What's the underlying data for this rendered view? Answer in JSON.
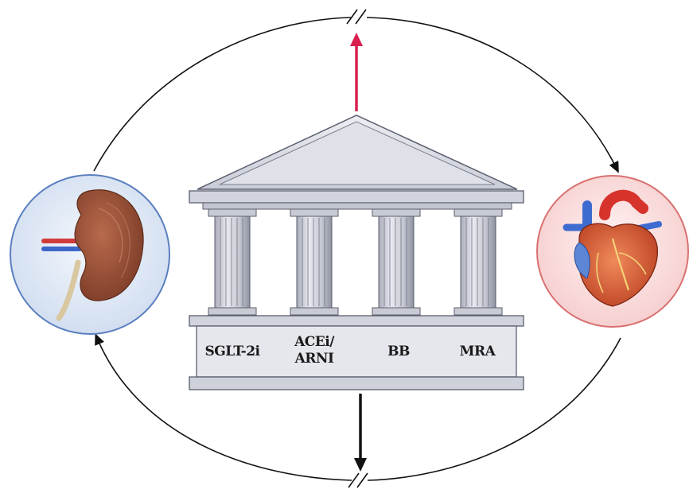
{
  "pillars": [
    {
      "id": "sglt",
      "label": "SGLT-2i"
    },
    {
      "id": "ace",
      "label_line1": "ACEi/",
      "label_line2": "ARNI"
    },
    {
      "id": "bb",
      "label": "BB"
    },
    {
      "id": "mra",
      "label": "MRA"
    }
  ],
  "colors": {
    "up_arrow": "#d9204f",
    "down_arrow": "#111111",
    "kidney_circle_fill": "#dfe9f6",
    "kidney_circle_stroke": "#5a7fbf",
    "heart_circle_fill": "#fbe3e3",
    "heart_circle_stroke": "#d97070",
    "temple_fill": "#d9dbe3",
    "temple_stroke": "#5b5e6e"
  },
  "icons": {
    "left": "kidney-icon",
    "right": "heart-icon"
  }
}
